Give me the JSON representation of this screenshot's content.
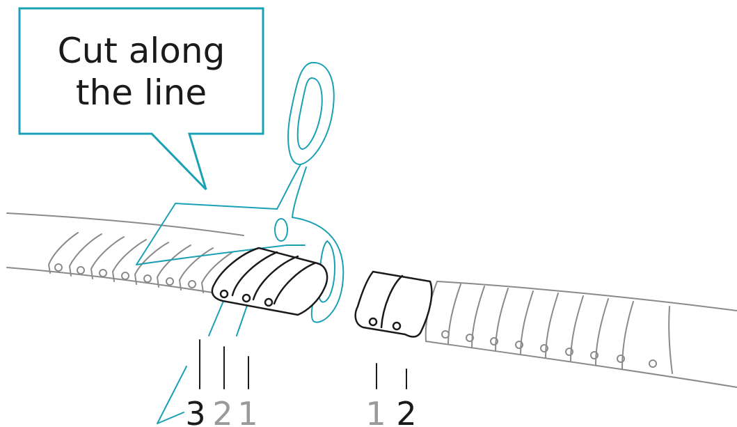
{
  "callout": {
    "line1": "Cut along",
    "line2": "the line"
  },
  "labels": {
    "left_3": "3",
    "left_2": "2",
    "left_1": "1",
    "right_1": "1",
    "right_2": "2"
  },
  "colors": {
    "accent": "#1aa0b4",
    "strip": "#8a8a8a",
    "ink": "#1a1a1a",
    "muted": "#9a9a9a"
  }
}
